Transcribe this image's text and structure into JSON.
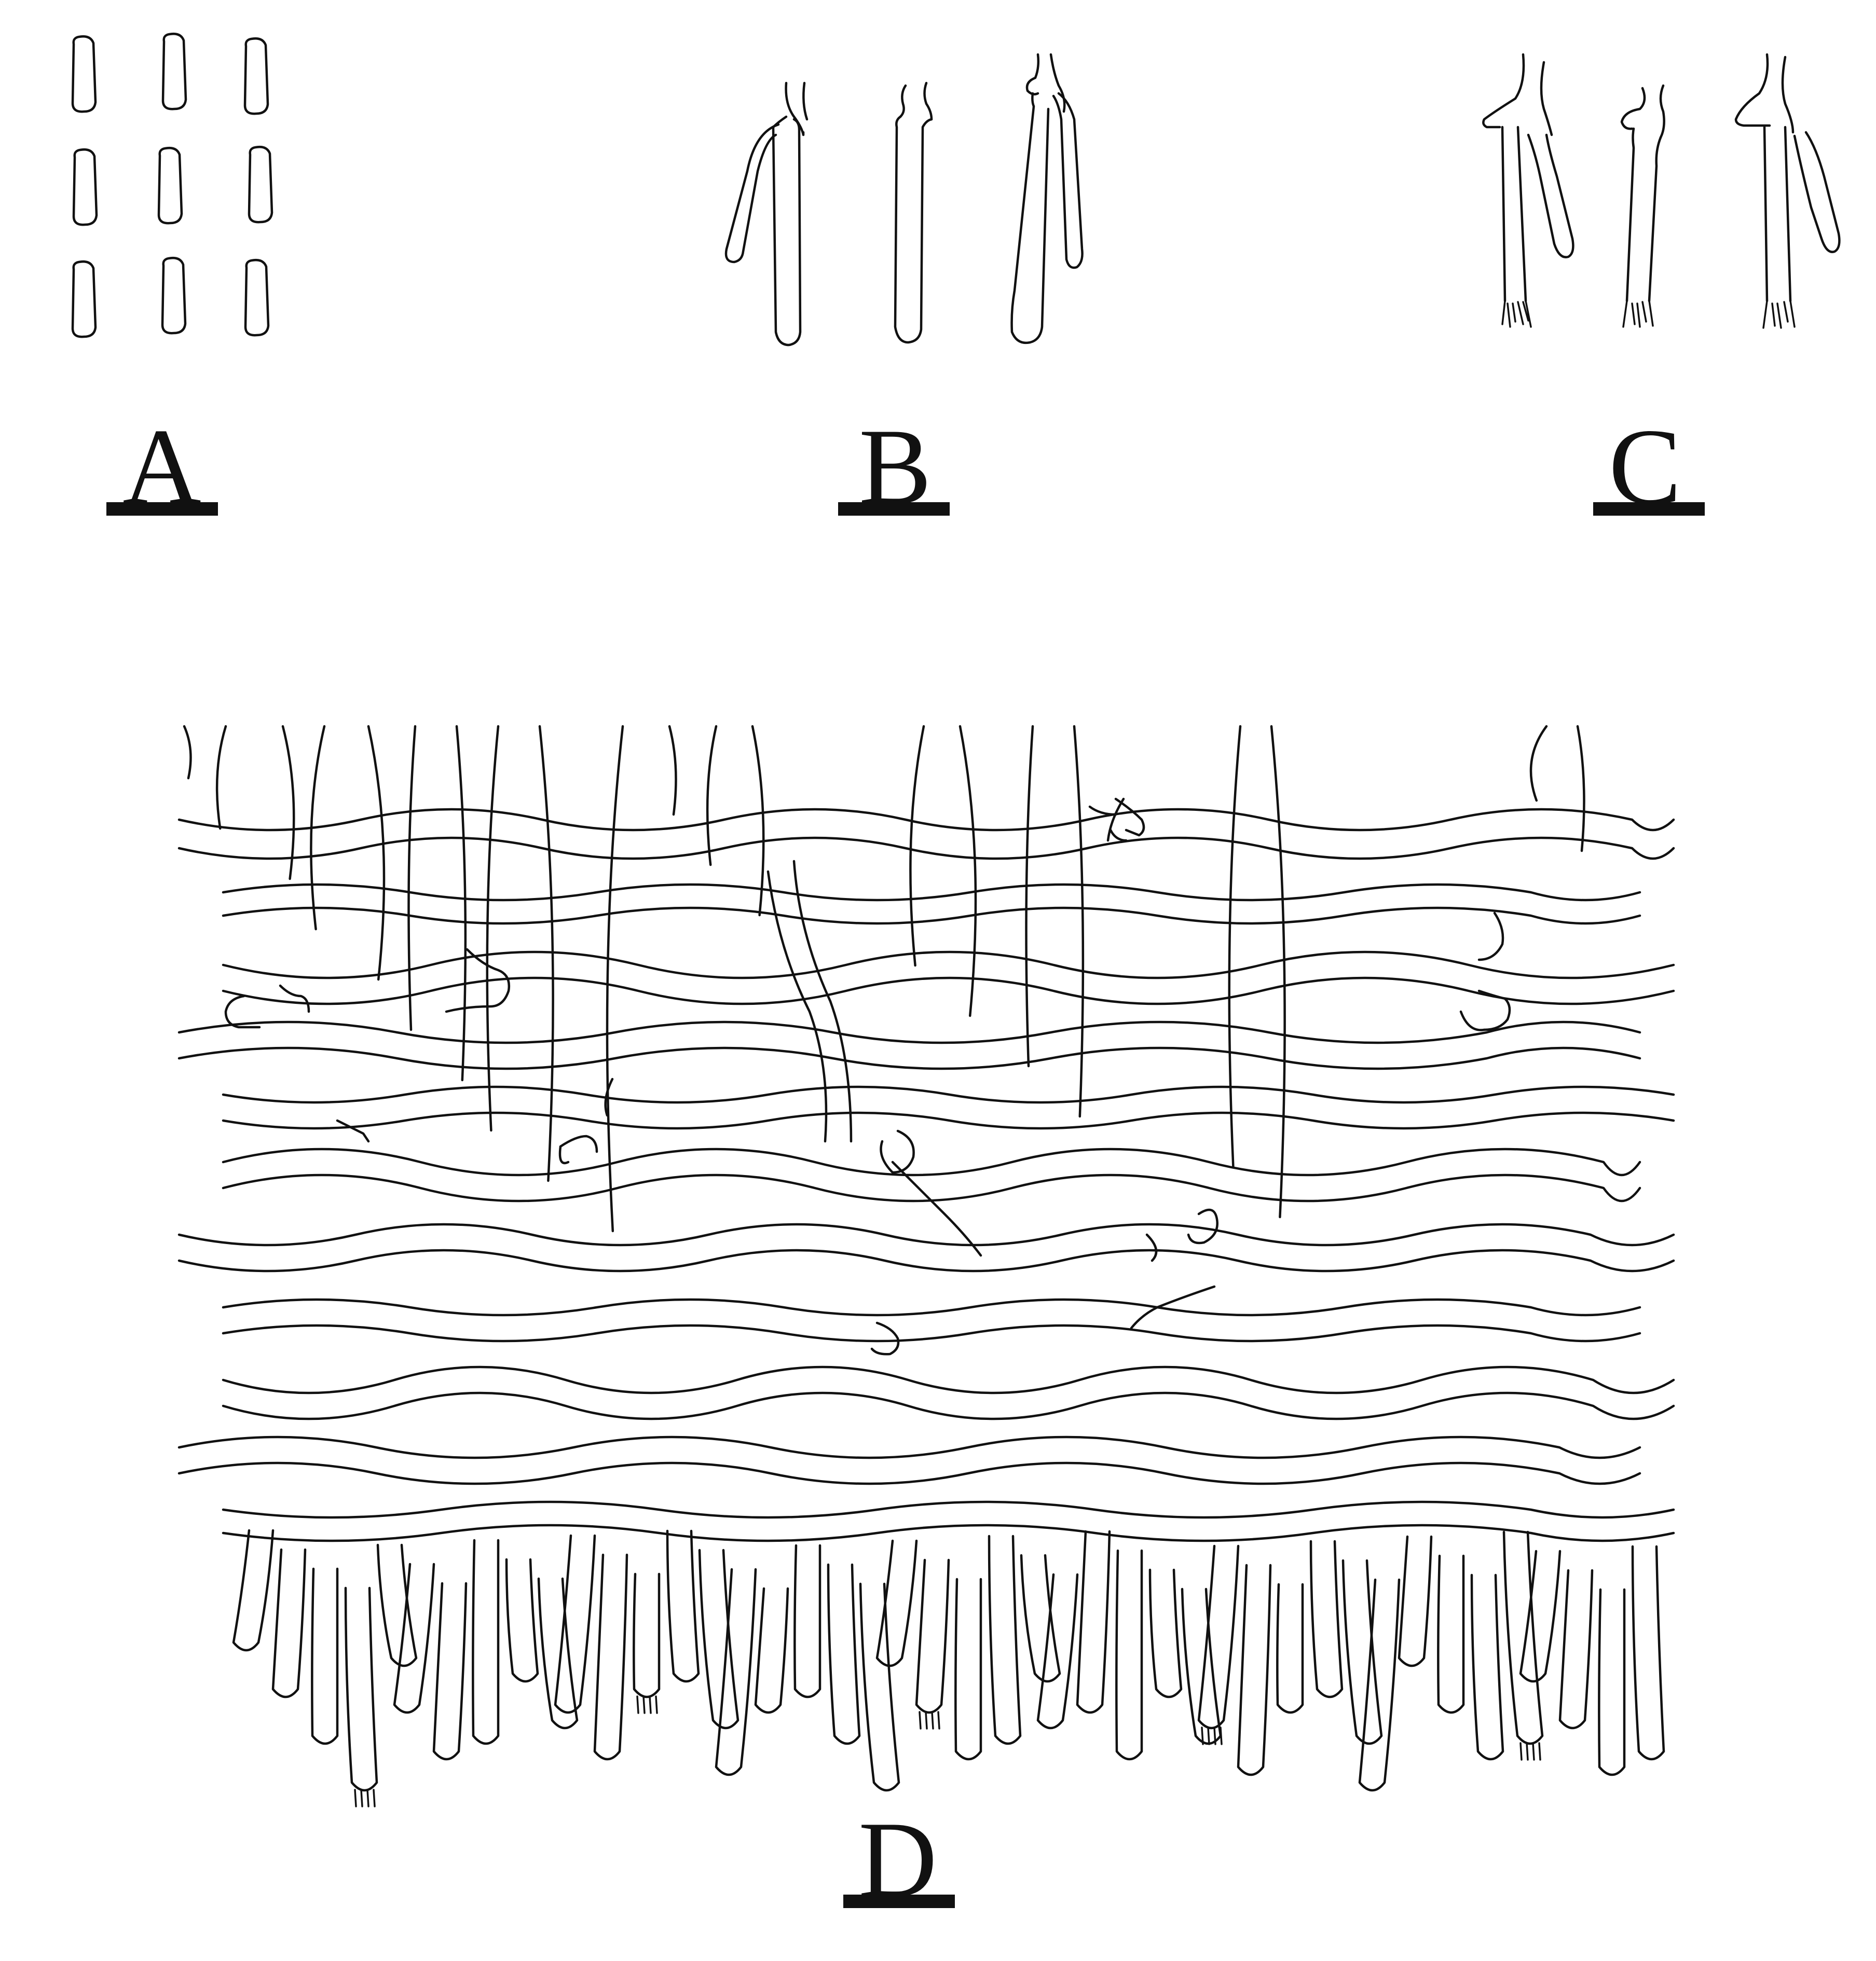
{
  "figure": {
    "panels": [
      {
        "id": "A",
        "label": "A",
        "depicts": "spores"
      },
      {
        "id": "B",
        "label": "B",
        "depicts": "cystidia"
      },
      {
        "id": "C",
        "label": "C",
        "depicts": "basidia"
      },
      {
        "id": "D",
        "label": "D",
        "depicts": "hyphal-section"
      }
    ]
  },
  "colors": {
    "ink": "#111111",
    "background": "#ffffff"
  }
}
